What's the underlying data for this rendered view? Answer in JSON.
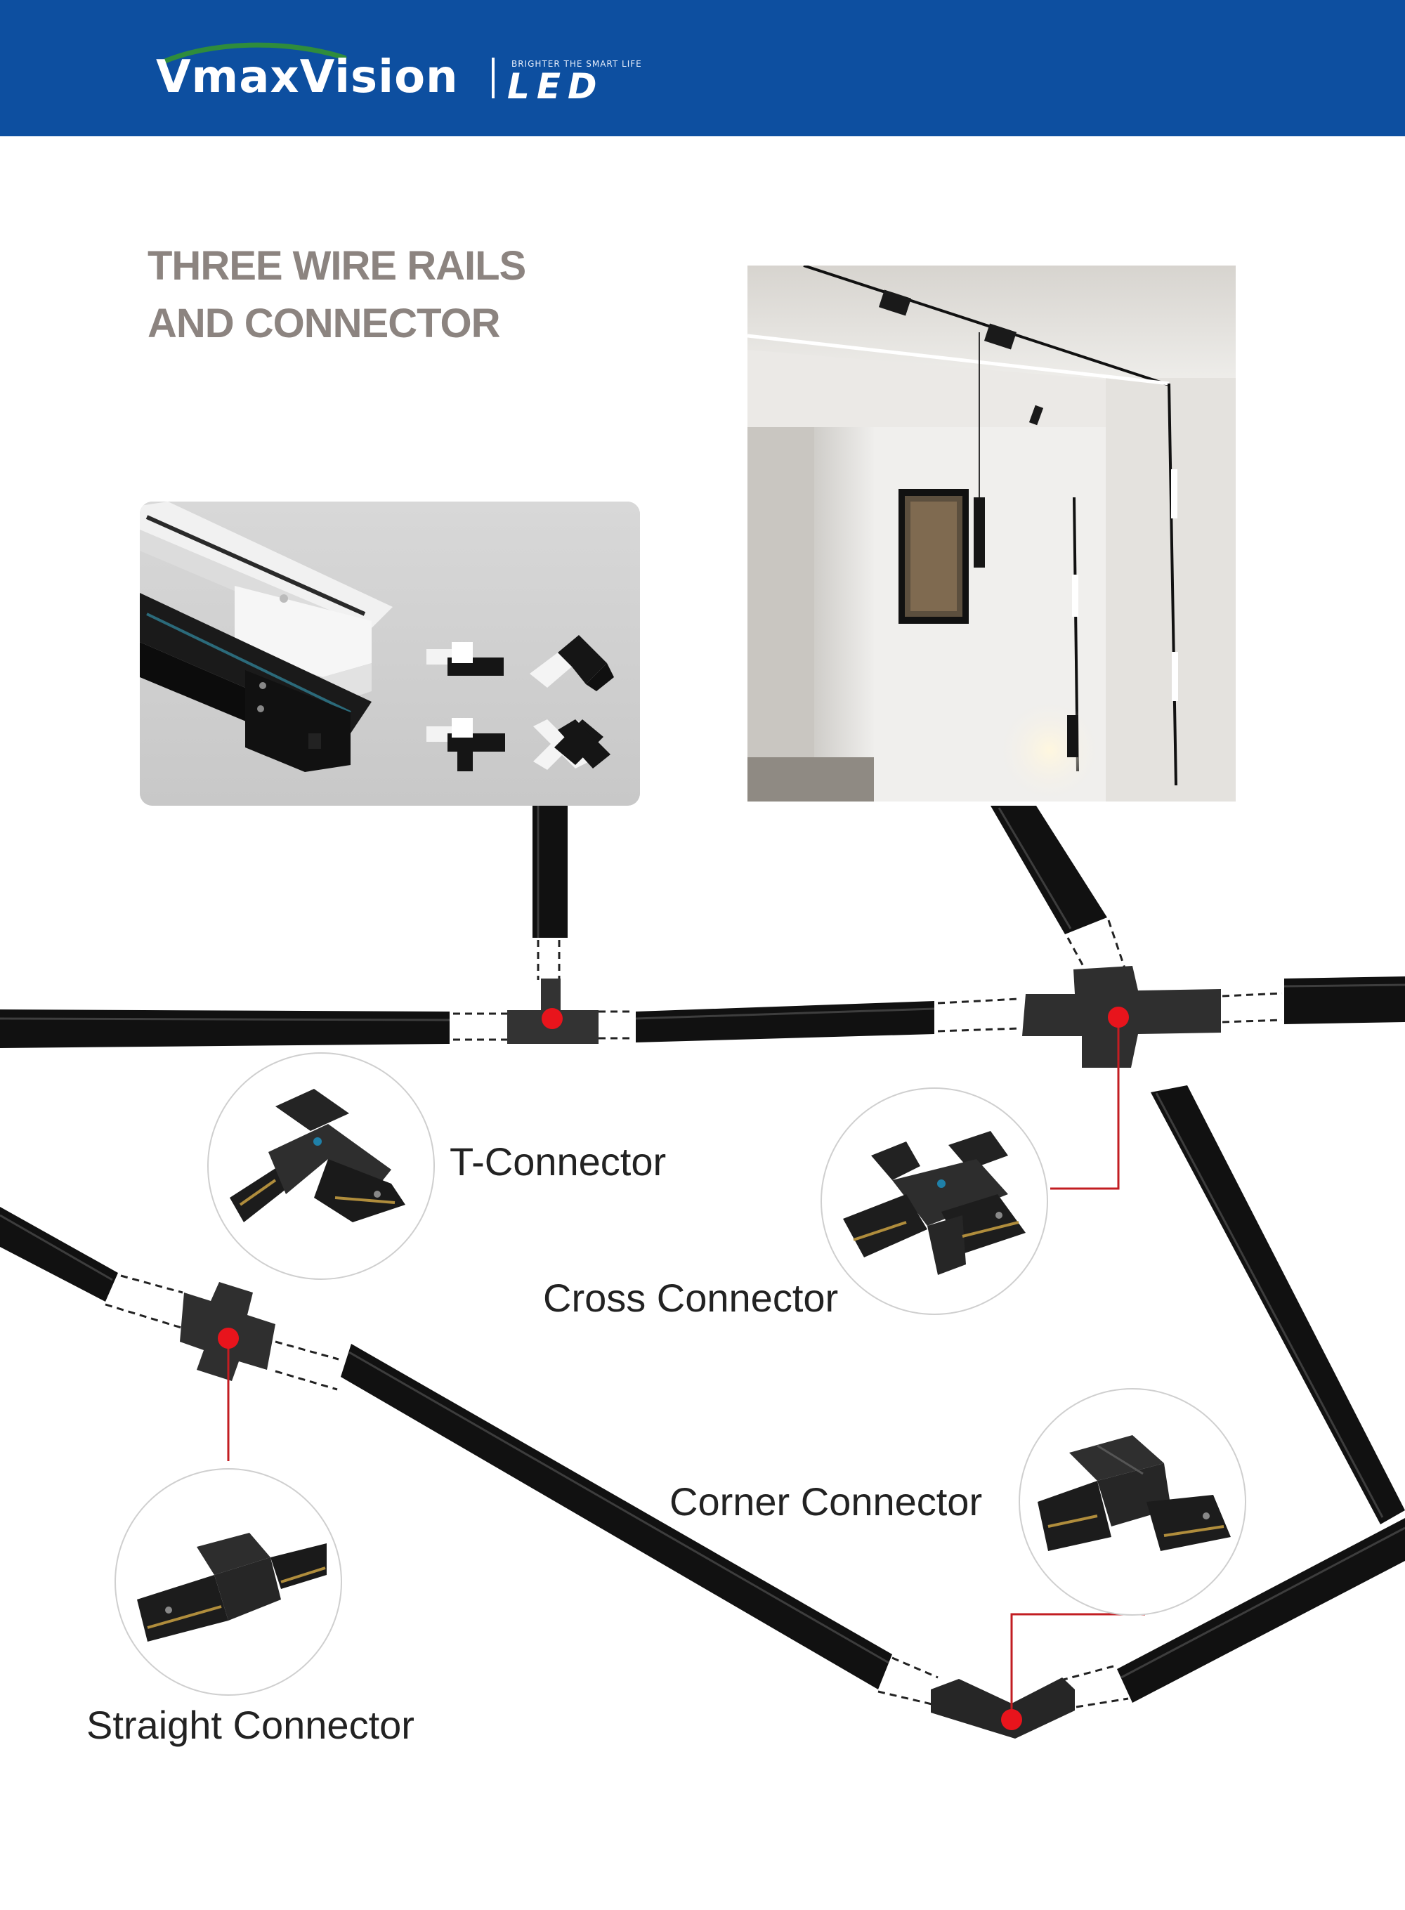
{
  "header": {
    "brand": "VmaxVision",
    "tagline": "BRIGHTER THE SMART LIFE",
    "logo_text": "LED",
    "background": "#0d4fa0",
    "swoosh_color": "#2f8c3c"
  },
  "title": {
    "line1": "THREE WIRE RAILS",
    "line2": "AND CONNECTOR"
  },
  "connectors": {
    "t": "T-Connector",
    "cross": "Cross Connector",
    "corner": "Corner Connector",
    "straight": "Straight Connector"
  },
  "colors": {
    "marker": "#e8141c",
    "leader": "#c21d22",
    "rail": "#151515",
    "title": "#8c8480"
  },
  "icons": [
    "t-connector-icon",
    "cross-connector-icon",
    "corner-connector-icon",
    "straight-connector-icon"
  ]
}
